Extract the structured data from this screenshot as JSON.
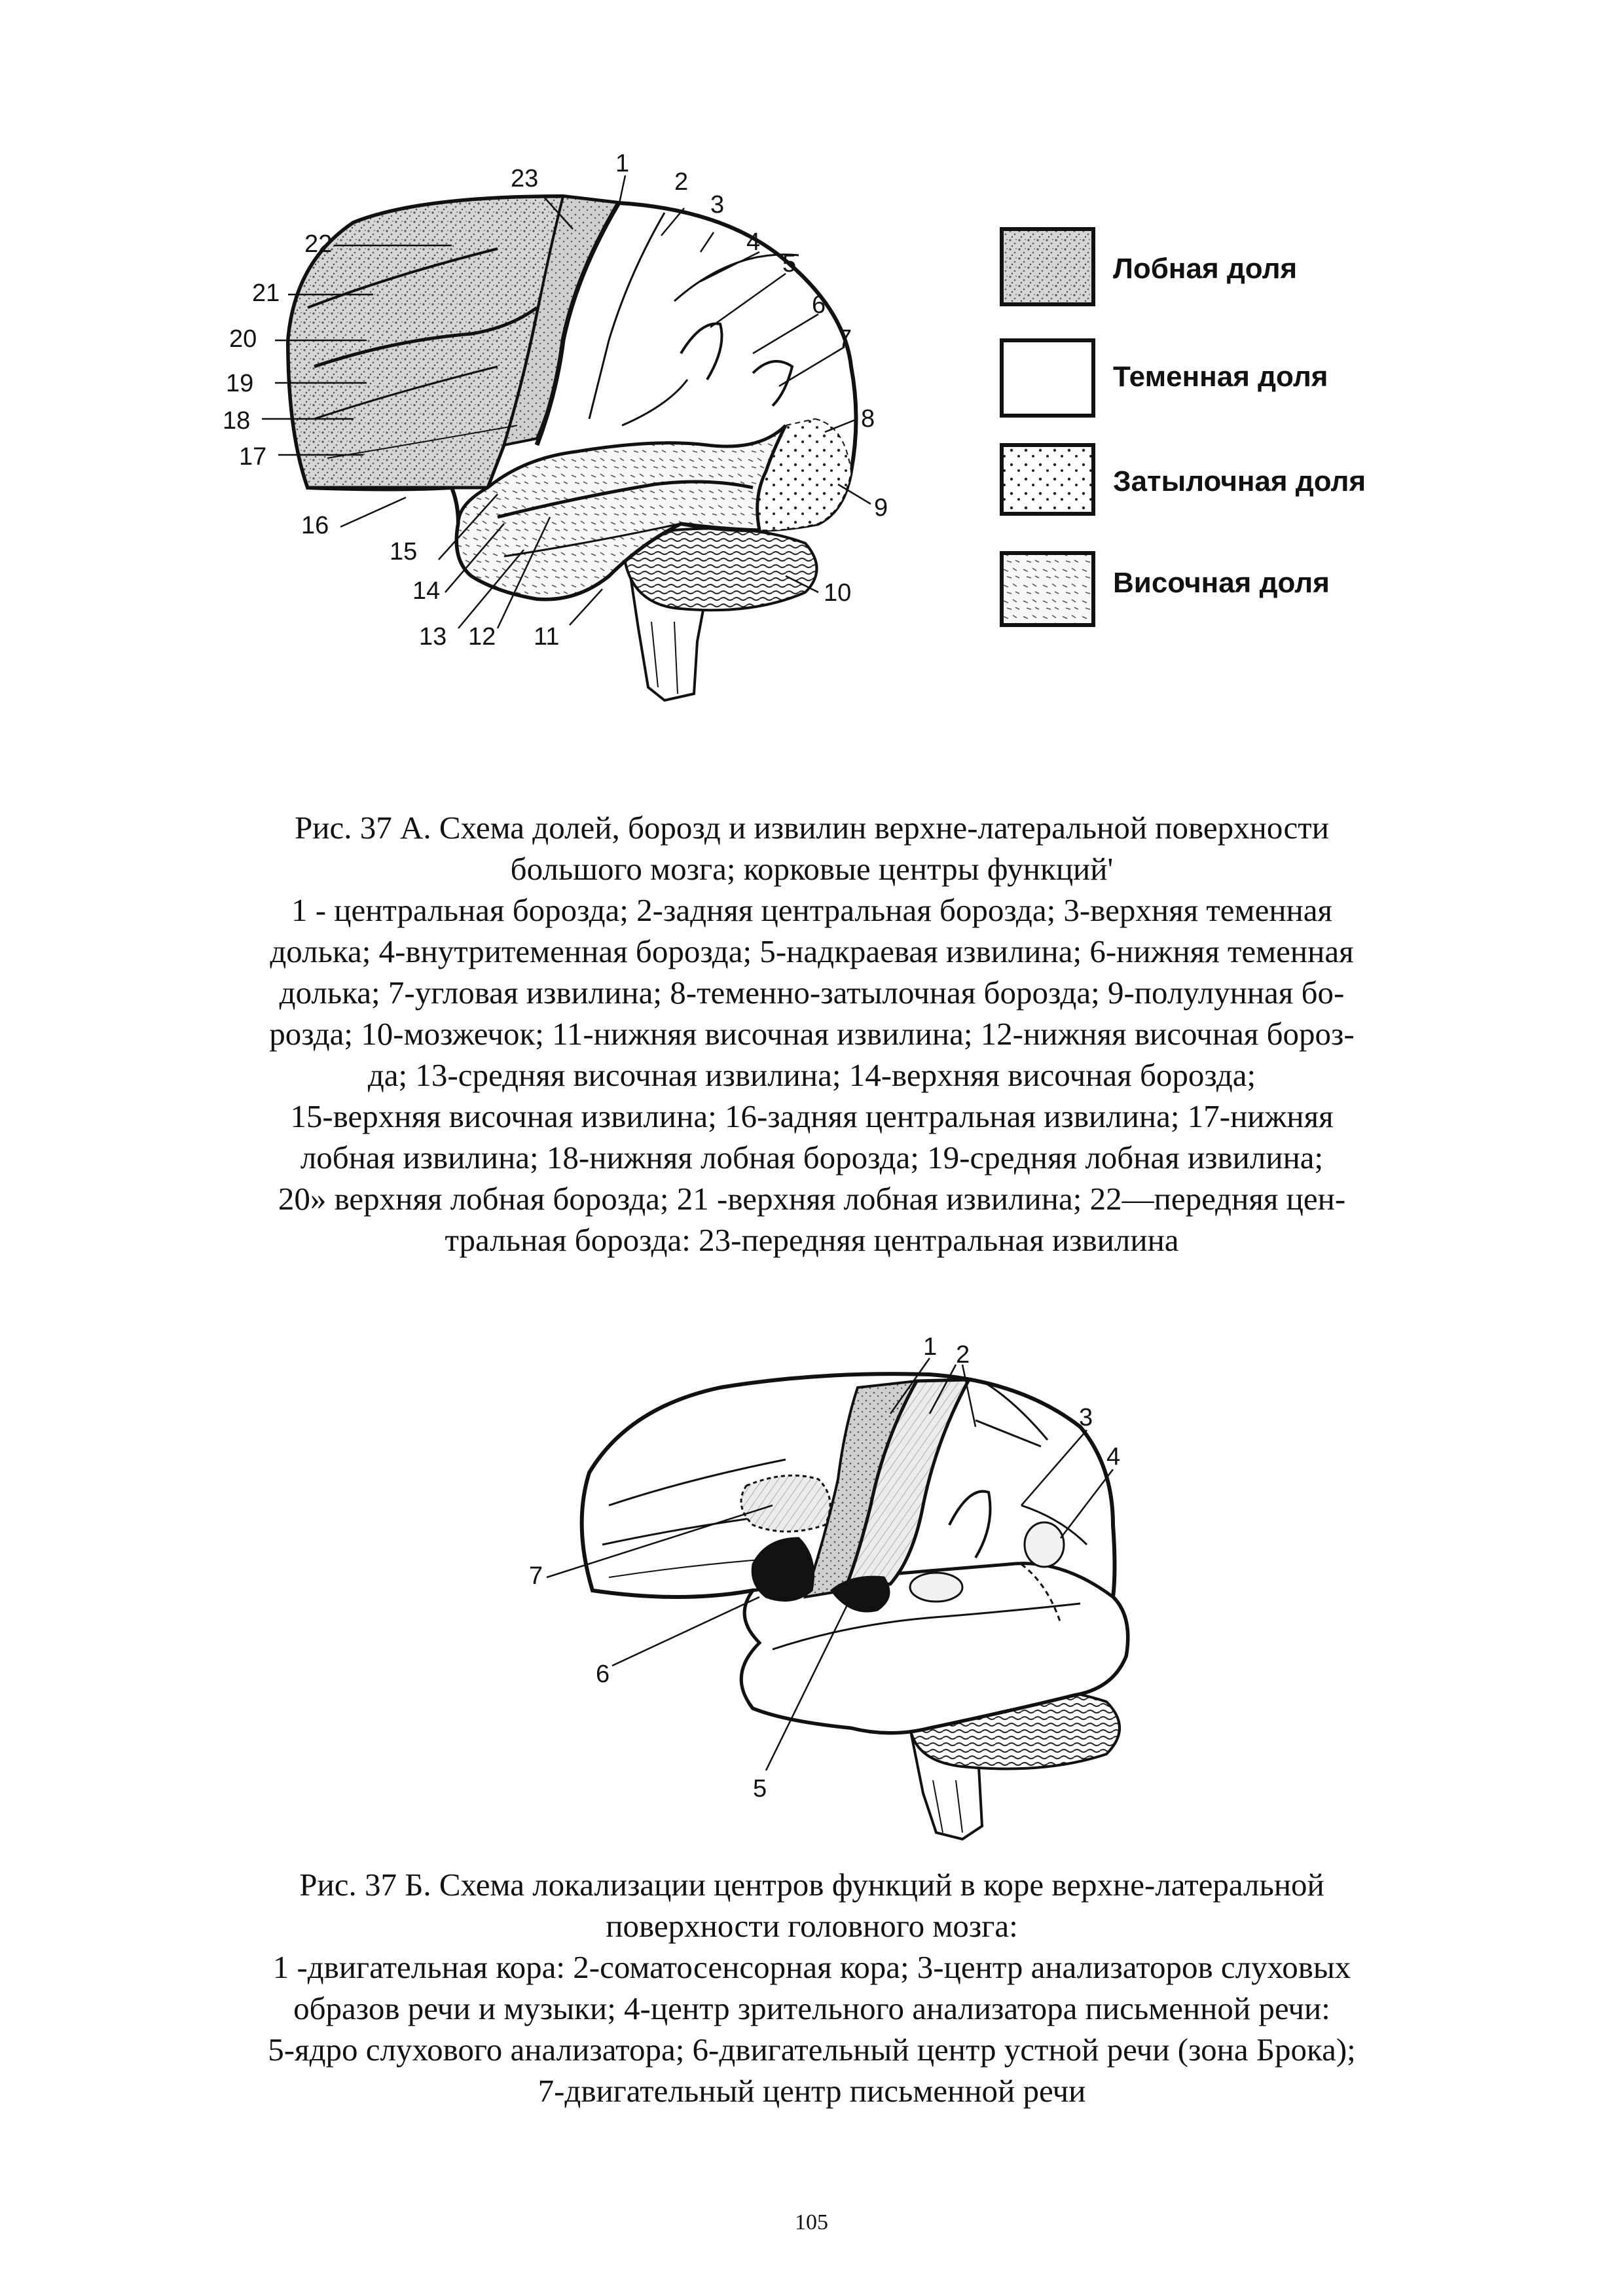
{
  "figure_a": {
    "labels": [
      "1",
      "2",
      "3",
      "4",
      "5",
      "6",
      "7",
      "8",
      "9",
      "10",
      "11",
      "12",
      "13",
      "14",
      "15",
      "16",
      "17",
      "18",
      "19",
      "20",
      "21",
      "22",
      "23"
    ],
    "legend": [
      {
        "label": "Лобная доля",
        "pattern": "heavy-stipple"
      },
      {
        "label": "Теменная доля",
        "pattern": "blank"
      },
      {
        "label": "Затылочная доля",
        "pattern": "dots"
      },
      {
        "label": "Височная доля",
        "pattern": "dashes"
      }
    ],
    "caption": [
      "Рис. 37 А. Схема долей, борозд и извилин верхне-латеральной поверхности",
      "большого мозга; корковые центры функций'",
      "1 - центральная борозда; 2-задняя центральная борозда; 3-верхняя теменная",
      "долька; 4-внутритеменная борозда; 5-надкраевая извилина; 6-нижняя теменная",
      "долька; 7-угловая извилина; 8-теменно-затылочная борозда; 9-полулунная бо-",
      "розда; 10-мозжечок; 11-нижняя височная извилина; 12-нижняя височная бороз-",
      "да; 13-средняя височная извилина; 14-верхняя височная борозда;",
      "15-верхняя височная извилина; 16-задняя центральная извилина; 17-нижняя",
      "лобная извилина; 18-нижняя лобная борозда; 19-средняя лобная извилина;",
      "20» верхняя лобная борозда; 21 -верхняя лобная извилина; 22—передняя цен-",
      "тральная борозда: 23-передняя центральная извилина"
    ]
  },
  "figure_b": {
    "labels": [
      "1",
      "2",
      "3",
      "4",
      "5",
      "6",
      "7"
    ],
    "caption": [
      "Рис. 37 Б. Схема локализации центров функций в коре верхне-латеральной",
      "поверхности головного мозга:",
      "1 -двигательная кора: 2-соматосенсорная кора; 3-центр анализаторов слуховых",
      "образов речи и музыки; 4-центр зрительного анализатора письменной речи:",
      "5-ядро слухового анализатора; 6-двигательный центр устной речи (зона Брока);",
      "7-двигательный центр письменной речи"
    ]
  },
  "page_number": "105"
}
